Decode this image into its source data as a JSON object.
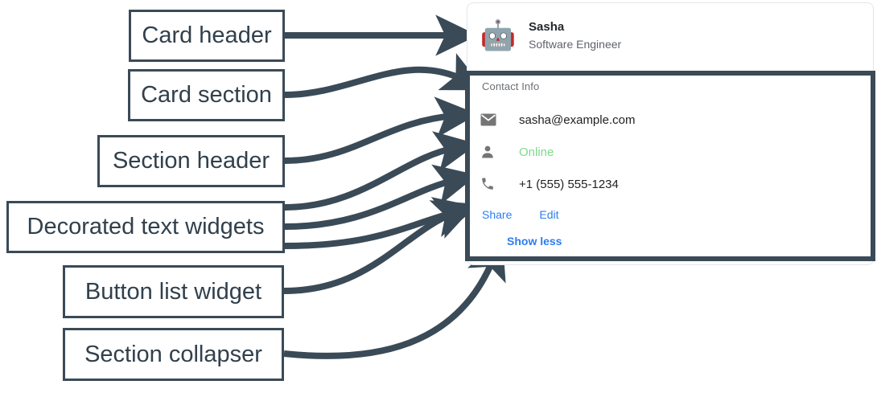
{
  "annotations": {
    "labels": [
      {
        "id": "card-header",
        "text": "Card header"
      },
      {
        "id": "card-section",
        "text": "Card section"
      },
      {
        "id": "section-header",
        "text": "Section header"
      },
      {
        "id": "decorated-text",
        "text": "Decorated text widgets"
      },
      {
        "id": "button-list",
        "text": "Button list widget"
      },
      {
        "id": "section-collapser",
        "text": "Section collapser"
      }
    ],
    "line_color": "#3a4a57",
    "box_border_color": "#3a4a57"
  },
  "card": {
    "header": {
      "avatar_icon": "robot-icon",
      "avatar_glyph": "🤖",
      "title": "Sasha",
      "subtitle": "Software Engineer"
    },
    "section": {
      "header": "Contact Info",
      "rows": [
        {
          "icon": "email-icon",
          "text": "sasha@example.com",
          "color": "#202124"
        },
        {
          "icon": "person-icon",
          "text": "Online",
          "color": "#7ed98a"
        },
        {
          "icon": "phone-icon",
          "text": "+1 (555) 555-1234",
          "color": "#202124"
        }
      ],
      "buttons": [
        {
          "label": "Share"
        },
        {
          "label": "Edit"
        }
      ],
      "collapser": {
        "label": "Show less"
      },
      "link_color": "#2c7ef0",
      "header_color": "#6b6f73"
    }
  }
}
